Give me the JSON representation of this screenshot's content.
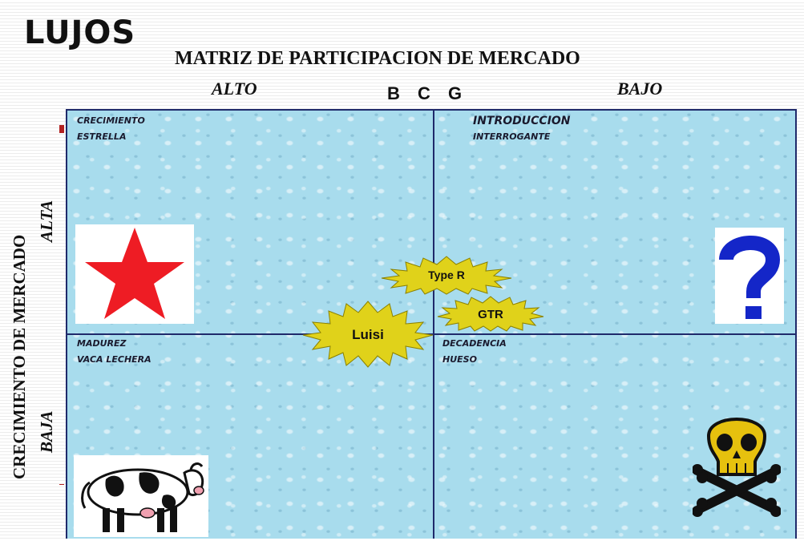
{
  "brand": "LUJOS",
  "title": "MATRIZ  DE PARTICIPACION DE MERCADO",
  "method": "B C G",
  "top_axis": {
    "left": "ALTO",
    "right": "BAJO"
  },
  "left_axis": {
    "title": "CRECIMIENTO DE MERCADO",
    "top": "ALTA",
    "bottom": "BAJA"
  },
  "quadrants": {
    "top_left": {
      "stage": "CRECIMIENTO",
      "name": "ESTRELLA",
      "icon": "star-icon"
    },
    "top_right": {
      "stage": "INTRODUCCION",
      "name": "INTERROGANTE",
      "icon": "question-mark-icon"
    },
    "bottom_left": {
      "stage": "MADUREZ",
      "name": "VACA LECHERA",
      "icon": "cow-icon"
    },
    "bottom_right": {
      "stage": "DECADENCIA",
      "name": "HUESO",
      "icon": "skull-crossbones-icon"
    }
  },
  "products": [
    {
      "label": "Type R"
    },
    {
      "label": "GTR"
    },
    {
      "label": "Luisi"
    }
  ],
  "colors": {
    "matrix_fill": "#a8dced",
    "grid_lines": "#1f2a6b",
    "star": "#ee1c24",
    "question_mark": "#1426c8",
    "burst_fill": "#e0d21a",
    "skull": "#e6c10e"
  }
}
